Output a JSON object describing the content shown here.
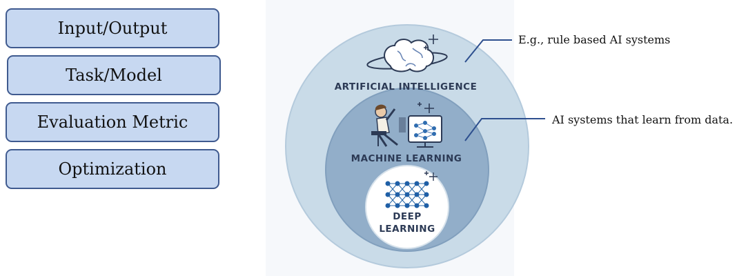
{
  "sidebar": {
    "items": [
      {
        "label": "Input/Output"
      },
      {
        "label": "Task/Model"
      },
      {
        "label": "Evaluation Metric"
      },
      {
        "label": "Optimization"
      }
    ]
  },
  "diagram": {
    "outer_label": "ARTIFICIAL INTELLIGENCE",
    "middle_label": "MACHINE LEARNING",
    "inner_label_line1": "DEEP",
    "inner_label_line2": "LEARNING",
    "callout_ai": "E.g., rule based AI systems",
    "callout_ml": "AI systems that learn from data.",
    "colors": {
      "outer": "#c9dbe8",
      "middle": "#92aec9",
      "inner": "#ffffff",
      "box_fill": "#c7d8f1",
      "box_border": "#3f5a8f",
      "callout_line": "#2d4f8e"
    },
    "icons": [
      "brain-icon",
      "person-at-screen-icon",
      "neural-network-icon",
      "sparkle-icon"
    ]
  }
}
